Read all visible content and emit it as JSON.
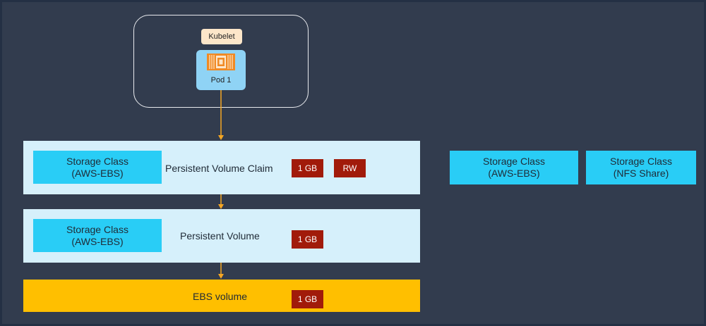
{
  "colors": {
    "background": "#323c4e",
    "panel": "#d6f0fb",
    "storage_class": "#29cdf6",
    "ebs_volume": "#ffbf00",
    "tag": "#a11b0a",
    "arrow": "#f5a623",
    "kubelet": "#fde6c9",
    "pod": "#8fd3f5"
  },
  "node": {
    "kubelet_label": "Kubelet",
    "pod_label": "Pod 1",
    "pod_icon": "chip-icon"
  },
  "pvc": {
    "storage_class": {
      "line1": "Storage Class",
      "line2": "(AWS-EBS)"
    },
    "label": "Persistent Volume Claim",
    "size": "1 GB",
    "access_mode": "RW"
  },
  "pv": {
    "storage_class": {
      "line1": "Storage Class",
      "line2": "(AWS-EBS)"
    },
    "label": "Persistent Volume",
    "size": "1 GB"
  },
  "ebs": {
    "label": "EBS volume",
    "size": "1 GB"
  },
  "storage_classes": [
    {
      "line1": "Storage Class",
      "line2": "(AWS-EBS)"
    },
    {
      "line1": "Storage Class",
      "line2": "(NFS Share)"
    }
  ]
}
